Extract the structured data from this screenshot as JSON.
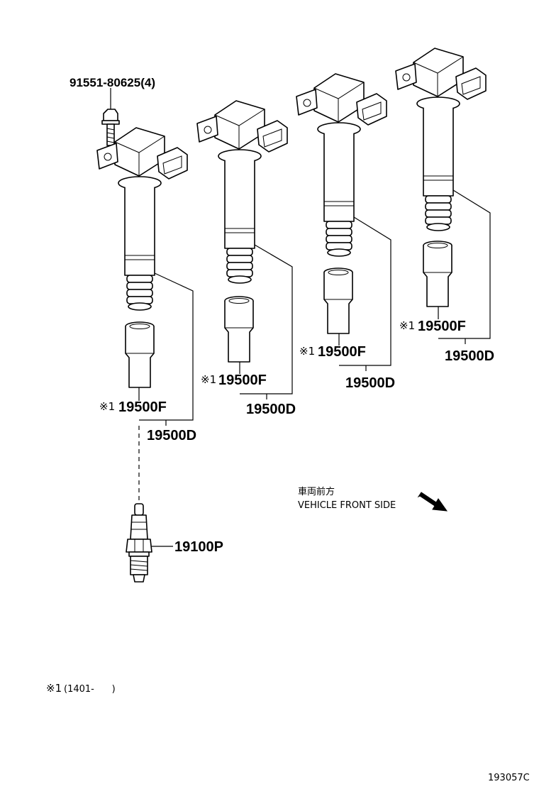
{
  "parts": {
    "bolt": "91551-80625(4)",
    "coil_assy": "19500D",
    "boot": "19500F",
    "plug": "19100P"
  },
  "note": {
    "mark": "※1",
    "text": "(1401-      )"
  },
  "direction": {
    "jp": "車両前方",
    "en": "VEHICLE FRONT SIDE"
  },
  "figure_code": "193057C"
}
